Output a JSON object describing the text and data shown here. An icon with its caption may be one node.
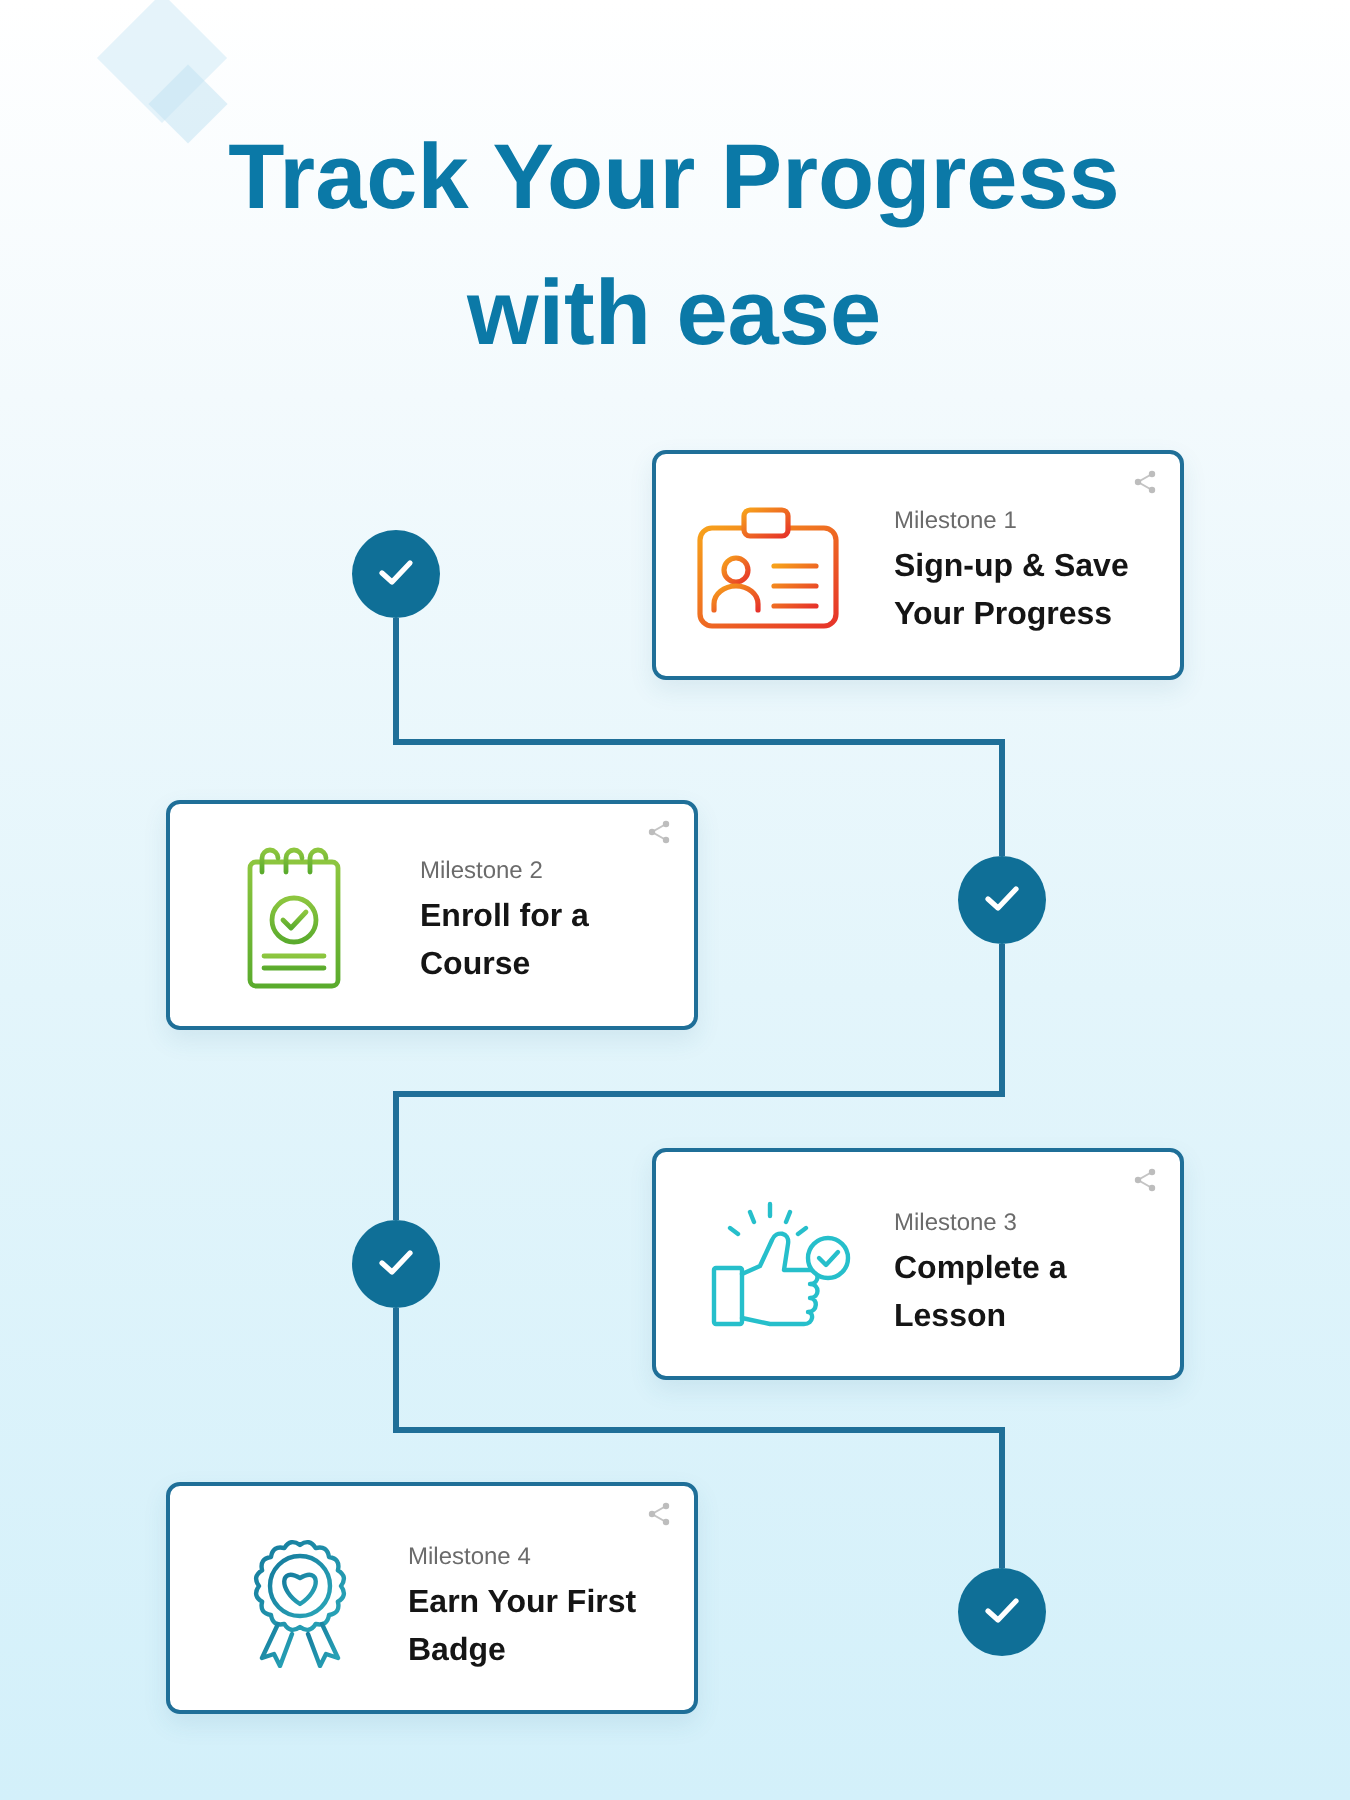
{
  "diagram": {
    "title": "Track Your Progress with ease",
    "nodes": [
      {
        "text": [
          "Milestone 1",
          "Sign-up & Save Your Progress"
        ]
      },
      {
        "text": [],
        "shape": "circle"
      },
      {
        "text": [
          "Milestone 2",
          "Enroll for a Course"
        ]
      },
      {
        "text": [],
        "shape": "circle"
      },
      {
        "text": [
          "Milestone 3",
          "Complete a Lesson"
        ]
      },
      {
        "text": [],
        "shape": "circle"
      },
      {
        "text": [
          "Milestone 4",
          "Earn Your First Badge"
        ]
      },
      {
        "text": [],
        "shape": "circle"
      }
    ],
    "edges": [
      {
        "from": 1,
        "to": 3,
        "arrow": "none"
      },
      {
        "from": 3,
        "to": 5,
        "arrow": "none"
      },
      {
        "from": 5,
        "to": 7,
        "arrow": "none"
      }
    ]
  }
}
